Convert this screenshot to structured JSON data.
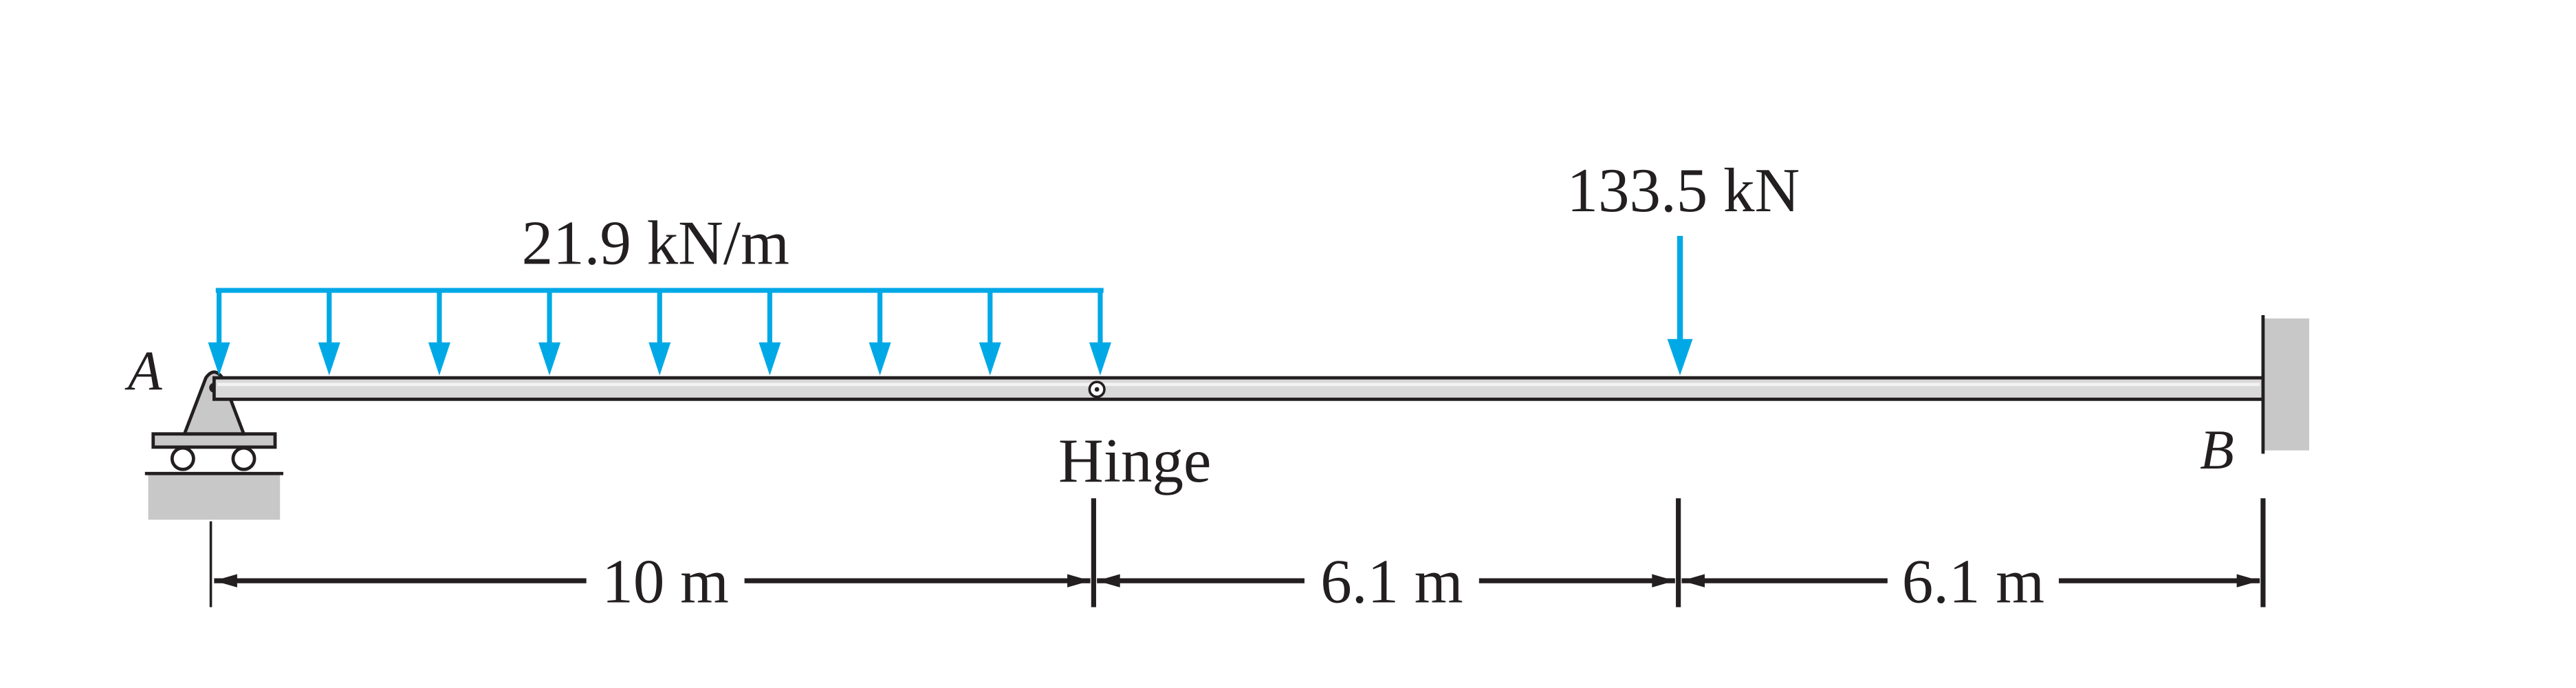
{
  "diagram": {
    "labels": {
      "support_left": "A",
      "support_right": "B",
      "hinge": "Hinge",
      "distributed_load": "21.9 kN/m",
      "point_load": "133.5 kN"
    },
    "dimensions": {
      "span_1": "10 m",
      "span_2": "6.1 m",
      "span_3": "6.1 m"
    },
    "colors": {
      "load": "#00a9e6",
      "beam_fill": "#d9d9d9",
      "beam_edge": "#231f20",
      "ground": "#c8c8c8",
      "wall": "#c8c8c8",
      "text": "#231f20"
    }
  }
}
